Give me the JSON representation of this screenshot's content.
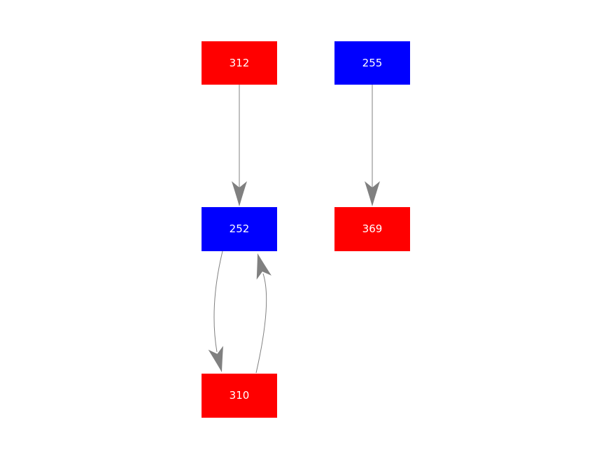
{
  "graph": {
    "background_color": "#ffffff",
    "edge_color": "#808080",
    "node_text_color": "#ffffff",
    "nodes": [
      {
        "id": "312",
        "label": "312",
        "color": "#ff0000",
        "color_name": "red",
        "row": "top",
        "column": "left"
      },
      {
        "id": "255",
        "label": "255",
        "color": "#0000ff",
        "color_name": "blue",
        "row": "top",
        "column": "right"
      },
      {
        "id": "252",
        "label": "252",
        "color": "#0000ff",
        "color_name": "blue",
        "row": "middle",
        "column": "left"
      },
      {
        "id": "369",
        "label": "369",
        "color": "#ff0000",
        "color_name": "red",
        "row": "middle",
        "column": "right"
      },
      {
        "id": "310",
        "label": "310",
        "color": "#ff0000",
        "color_name": "red",
        "row": "bottom",
        "column": "left"
      }
    ],
    "edges": [
      {
        "from": "312",
        "to": "252",
        "style": "straight"
      },
      {
        "from": "255",
        "to": "369",
        "style": "straight"
      },
      {
        "from": "252",
        "to": "310",
        "style": "arc-bulge-left"
      },
      {
        "from": "310",
        "to": "252",
        "style": "arc-bulge-right"
      }
    ]
  }
}
